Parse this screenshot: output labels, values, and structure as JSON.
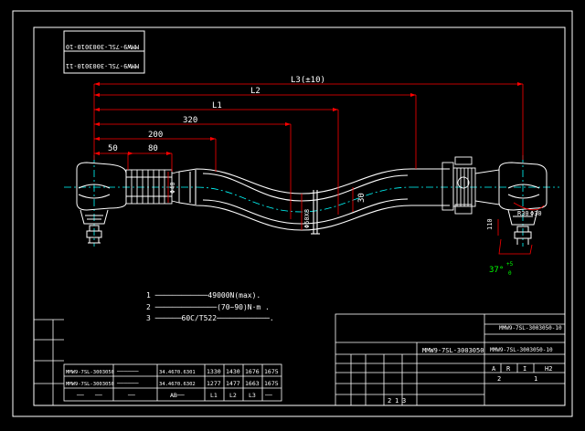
{
  "title_block": {
    "part_number_flipped_1": "MMW9-7SL-3003010-10",
    "part_number_flipped_2": "MMW9-7SL-3003010-11",
    "part_number_center": "MMW9-7SL-3003050",
    "part_number_right_1": "MMW9-7SL-3003050-10",
    "part_number_right_2": "MMW9-7SL-3003050-10",
    "right_header_cells": [
      "A",
      "R",
      "I",
      "H2"
    ],
    "right_small_1": "2",
    "right_small_2": "1",
    "bottom_left_cells": [
      "2",
      "1",
      "3"
    ]
  },
  "dimensions": {
    "L3": "L3(±10)",
    "L2": "L2",
    "L1": "L1",
    "d320": "320",
    "d200": "200",
    "d50": "50",
    "d80": "80",
    "d30": "30",
    "phi40": "Φ40",
    "phi50": "Φ50X8",
    "r30": "R30",
    "phi30": "Φ30",
    "d110": "110",
    "angle": "37°",
    "angle_sup": "+5",
    "angle_sub": "0"
  },
  "notes": [
    "1  ────────────49000N(max).",
    "2  ──────────────(70~90)N·m .",
    "3  ──────60C/T522────────────."
  ],
  "parts_table": {
    "rows": [
      [
        "MMW9-7SL-3003050",
        "──────",
        "34.4670.6301",
        "1330",
        "1430",
        "1676",
        "1675"
      ],
      [
        "MMW9-7SL-3003050",
        "──────",
        "34.4670.6302",
        "1277",
        "1477",
        "1663",
        "1675"
      ]
    ],
    "footer": [
      "──",
      "──",
      "──",
      "AB──",
      "L1",
      "L2",
      "L3",
      "──"
    ]
  },
  "colors": {
    "frame": "#ffffff",
    "dimension": "#ff0000",
    "centerline": "#00ffff",
    "angle_text": "#00ff00",
    "part": "#ffffff"
  }
}
